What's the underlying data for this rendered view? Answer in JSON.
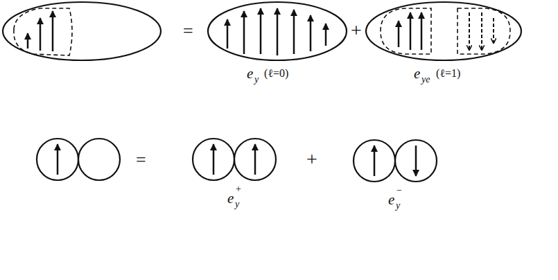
{
  "diagram": {
    "labels": [
      "=",
      "+",
      "e",
      "y",
      "(ℓ=0)",
      "e",
      "ye",
      "(ℓ=1)",
      "=",
      "+",
      "e",
      "y",
      "+",
      "e",
      "y",
      "−"
    ]
  }
}
